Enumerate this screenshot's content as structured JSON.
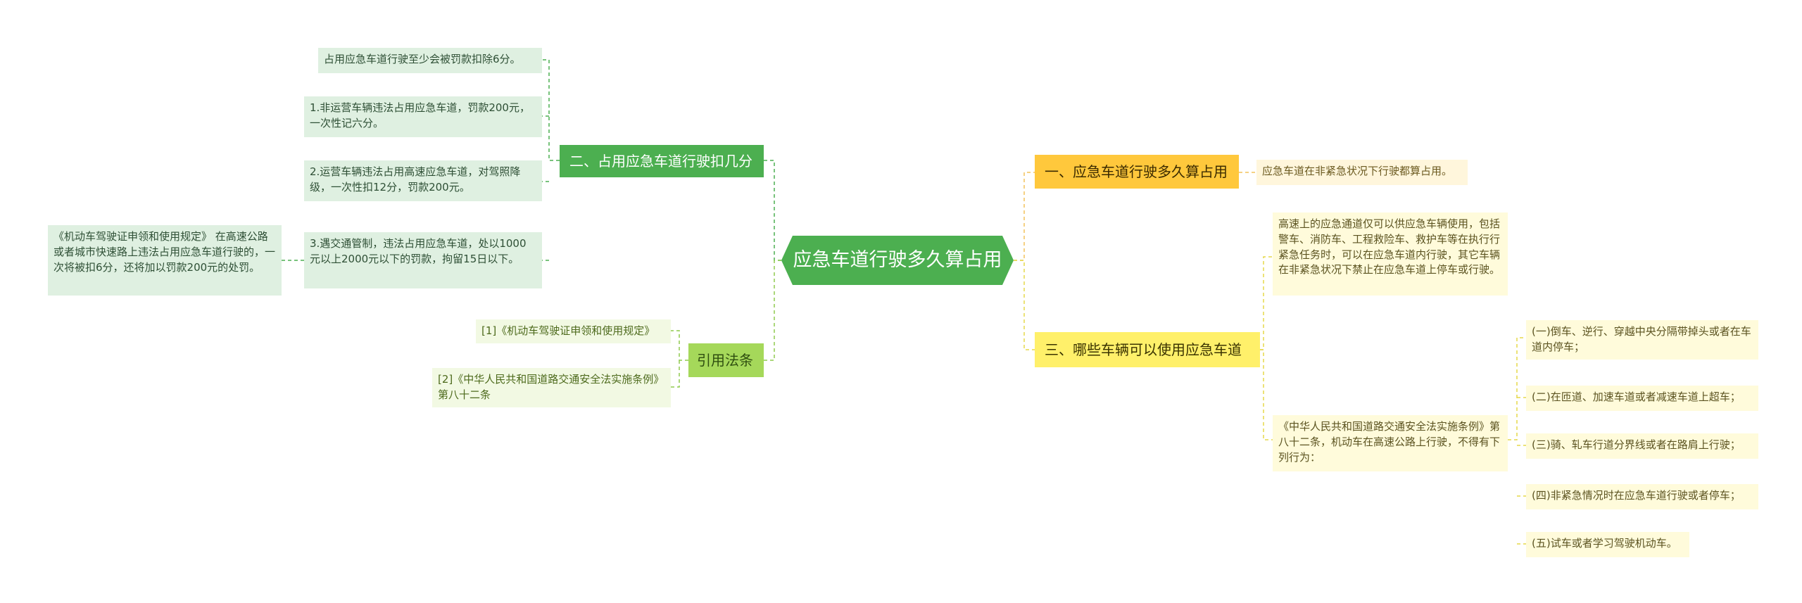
{
  "colors": {
    "root": "#4caf50",
    "branch_green": "#4caf50",
    "branch_lime": "#a5d85a",
    "branch_orange": "#ffc83c",
    "branch_yellow": "#fff06a"
  },
  "root": {
    "title": "应急车道行驶多久算占用"
  },
  "left_branches": {
    "penalty": {
      "title": "二、占用应急车道行驶扣几分",
      "leaves": [
        "占用应急车道行驶至少会被罚款扣除6分。",
        "1.非运营车辆违法占用应急车道，罚款200元，一次性记六分。",
        "2.运营车辆违法占用高速应急车道，对驾照降级，一次性扣12分，罚款200元。",
        "3.遇交通管制，违法占用应急车道，处以1000元以上2000元以下的罚款，拘留15日以下。"
      ],
      "sub_leaf": "《机动车驾驶证申领和使用规定》 在高速公路或者城市快速路上违法占用应急车道行驶的，一次将被扣6分，还将加以罚款200元的处罚。"
    },
    "refs": {
      "title": "引用法条",
      "leaves": [
        "[1]《机动车驾驶证申领和使用规定》",
        "[2]《中华人民共和国道路交通安全法实施条例》 第八十二条"
      ]
    }
  },
  "right_branches": {
    "duration": {
      "title": "一、应急车道行驶多久算占用",
      "leaf": "应急车道在非紧急状况下行驶都算占用。"
    },
    "vehicles": {
      "title": "三、哪些车辆可以使用应急车道",
      "leaf_top": "高速上的应急通道仅可以供应急车辆使用，包括警车、消防车、工程救险车、救护车等在执行行紧急任务时，可以在应急车道内行驶，其它车辆在非紧急状况下禁止在应急车道上停车或行驶。",
      "leaf_law": "《中华人民共和国道路交通安全法实施条例》第八十二条，机动车在高速公路上行驶，不得有下列行为：",
      "law_items": [
        "(一)倒车、逆行、穿越中央分隔带掉头或者在车道内停车；",
        "(二)在匝道、加速车道或者减速车道上超车；",
        "(三)骑、轧车行道分界线或者在路肩上行驶；",
        "(四)非紧急情况时在应急车道行驶或者停车；",
        "(五)试车或者学习驾驶机动车。"
      ]
    }
  }
}
